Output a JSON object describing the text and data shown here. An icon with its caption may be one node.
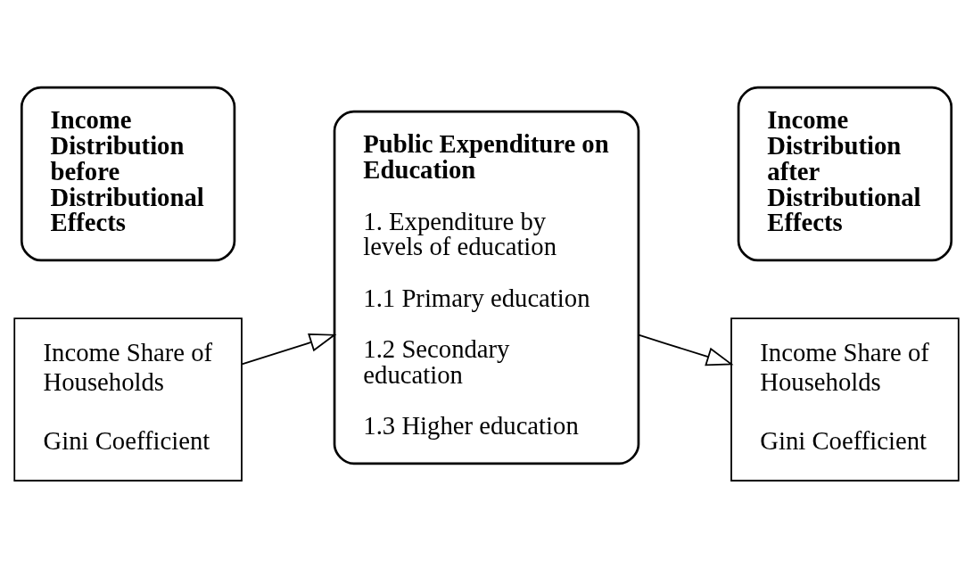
{
  "diagram": {
    "nodes": [
      {
        "text": [
          "Income Distribution before Distributional Effects"
        ]
      },
      {
        "text": [
          "Income Share of Households",
          "Gini Coefficient"
        ]
      },
      {
        "text": [
          "Public Expenditure on Education",
          "1. Expenditure by levels of education",
          "1.1 Primary education",
          "1.2 Secondary education",
          "1.3 Higher education"
        ]
      },
      {
        "text": [
          "Income Distribution after Distributional Effects"
        ]
      },
      {
        "text": [
          "Income Share of Households",
          "Gini Coefficient"
        ]
      }
    ],
    "edges": [
      {
        "from": 1,
        "to": 2,
        "arrow": "to"
      },
      {
        "from": 2,
        "to": 4,
        "arrow": "to"
      }
    ]
  }
}
